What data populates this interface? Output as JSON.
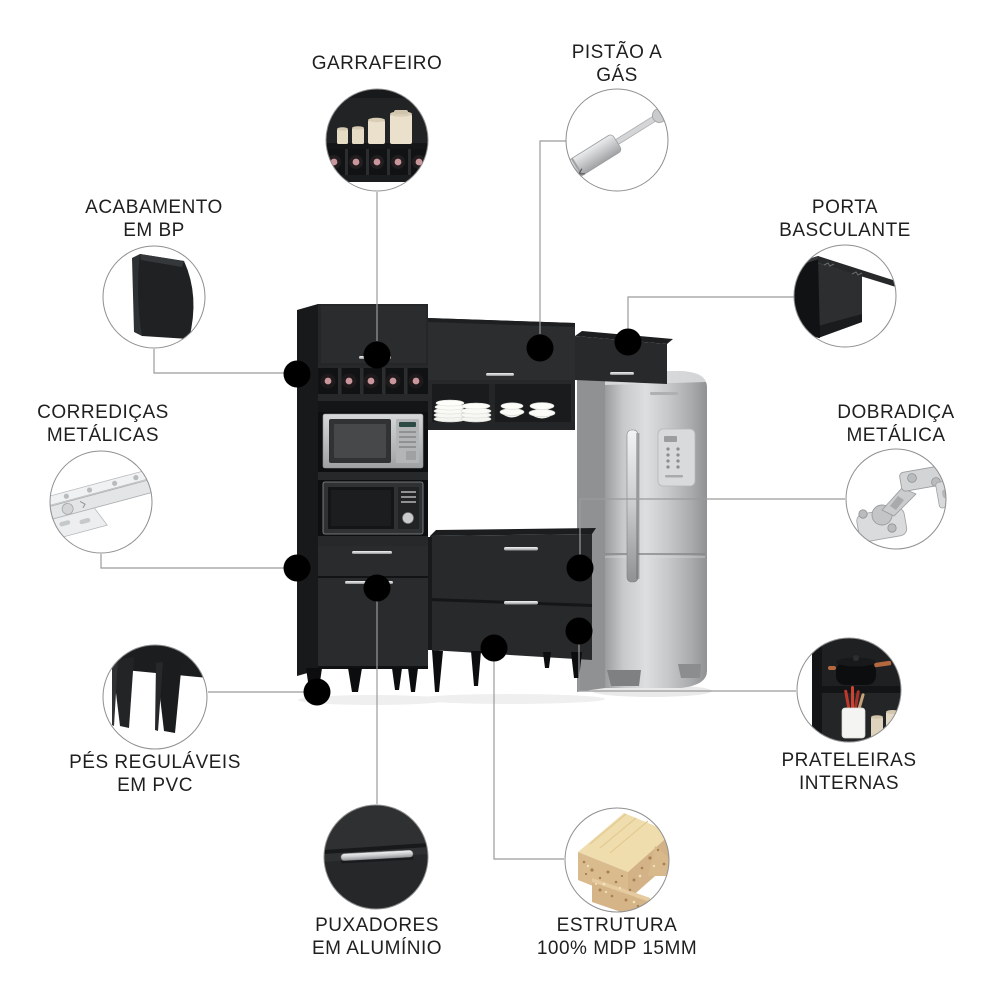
{
  "colors": {
    "background": "#ffffff",
    "label_text": "#1f1f1f",
    "callout_line": "#9b9b9b",
    "callout_dot": "#000000",
    "callout_circle_border": "#8f8f8f",
    "cabinet_black": "#28292b",
    "cabinet_side_dark": "#17191b",
    "fridge_silver": "#c7c9cb",
    "handle_aluminum": "#c9cbcd",
    "mdp_wood": "#d9bb8e",
    "bottle_cap_pink": "#c9969b"
  },
  "product": {
    "image": "black-kitchen-cabinet-set-with-stainless-refrigerator"
  },
  "callouts": {
    "garrafeiro": {
      "line1": "GARRAFEIRO",
      "icon": "bottle-rack-photo"
    },
    "pistao_a_gas": {
      "line1": "PISTÃO A",
      "line2": "GÁS",
      "icon": "gas-piston-photo"
    },
    "acabamento_em_bp": {
      "line1": "ACABAMENTO",
      "line2": "EM BP",
      "icon": "bp-panel-corner-photo"
    },
    "porta_basculante": {
      "line1": "PORTA",
      "line2": "BASCULANTE",
      "icon": "flip-up-door-photo"
    },
    "corredicas": {
      "line1": "CORREDIÇAS",
      "line2": "METÁLICAS",
      "icon": "metal-drawer-slide-photo"
    },
    "dobradica": {
      "line1": "DOBRADIÇA",
      "line2": "METÁLICA",
      "icon": "metal-hinge-photo"
    },
    "pes_regulaveis": {
      "line1": "PÉS REGULÁVEIS",
      "line2": "EM PVC",
      "icon": "pvc-adjustable-feet-photo"
    },
    "prateleiras": {
      "line1": "PRATELEIRAS",
      "line2": "INTERNAS",
      "icon": "internal-shelves-photo"
    },
    "puxadores": {
      "line1": "PUXADORES",
      "line2": "EM ALUMÍNIO",
      "icon": "aluminum-handle-photo"
    },
    "estrutura": {
      "line1": "ESTRUTURA",
      "line2": "100% MDP 15MM",
      "icon": "mdp-board-photo"
    }
  }
}
